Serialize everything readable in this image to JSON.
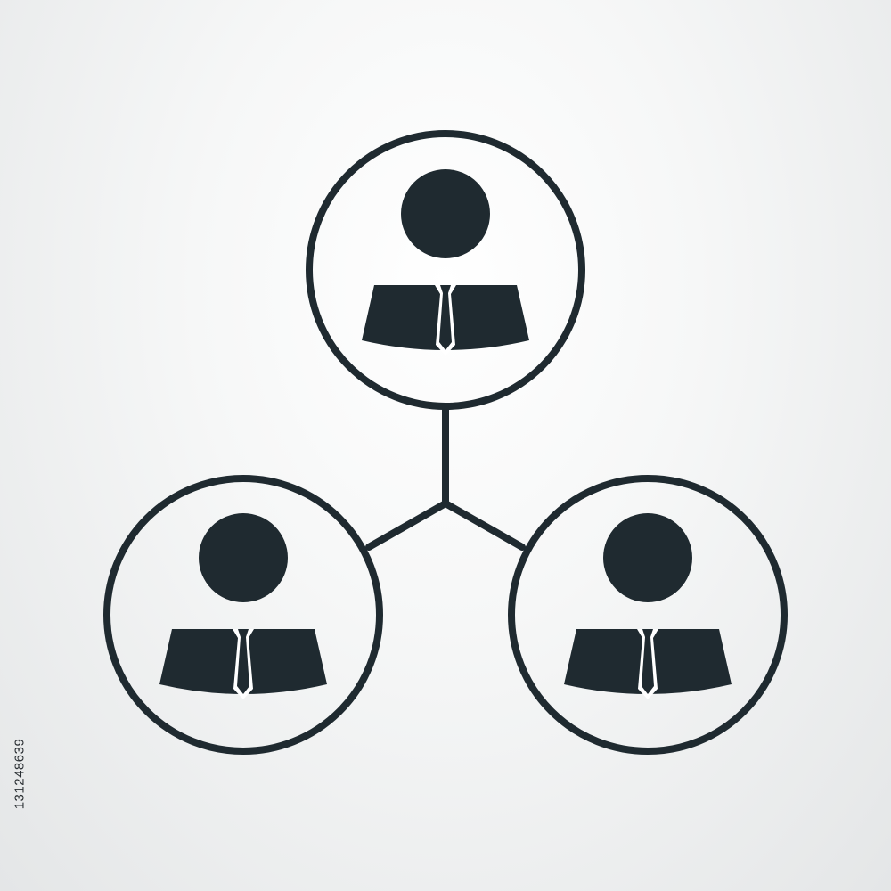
{
  "colors": {
    "icon": "#1f2a30",
    "background_center": "#ffffff",
    "background_edge": "#e4e6e7"
  },
  "diagram": {
    "kind": "team-network",
    "nodes": [
      {
        "name": "person-top",
        "icon": "businessman-icon"
      },
      {
        "name": "person-left",
        "icon": "businessman-icon"
      },
      {
        "name": "person-right",
        "icon": "businessman-icon"
      }
    ],
    "connector": "three-way-junction"
  },
  "stock_id": "131248639"
}
